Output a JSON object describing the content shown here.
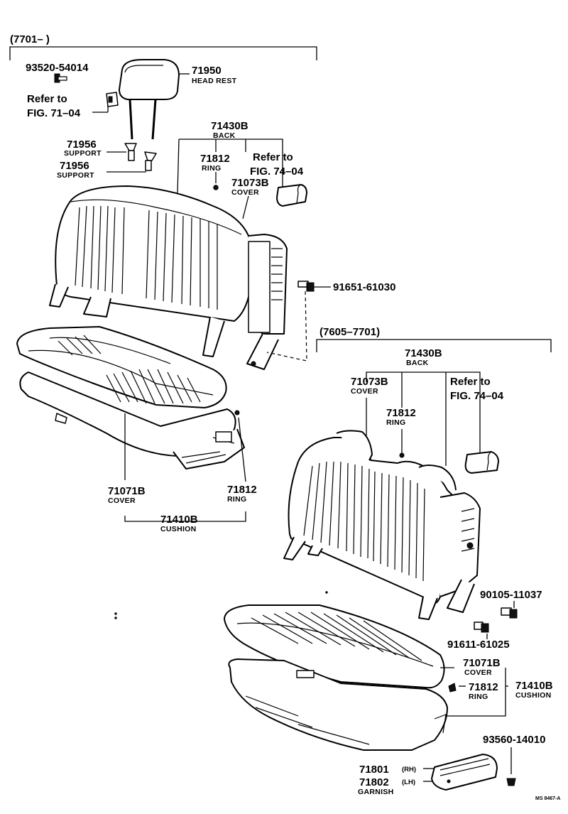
{
  "ranges": {
    "top": "(7701–      )",
    "lower": "(7605–7701)"
  },
  "labels": {
    "p93520": "93520-54014",
    "refer1_a": "Refer to",
    "refer1_b": "FIG. 71–04",
    "p71950": "71950",
    "n_headrest": "HEAD REST",
    "p71956a": "71956",
    "n_support_a": "SUPPORT",
    "p71956b": "71956",
    "n_support_b": "SUPPORT",
    "p71430_top": "71430B",
    "n_back_top": "BACK",
    "p71812_top": "71812",
    "n_ring_top": "RING",
    "refer2_a": "Refer to",
    "refer2_b": "FIG. 74–04",
    "p71073_top": "71073B",
    "n_cover_top": "COVER",
    "p91651": "91651-61030",
    "p71071_left": "71071B",
    "n_cover_left": "COVER",
    "p71812_left": "71812",
    "n_ring_left": "RING",
    "p71410_left": "71410B",
    "n_cushion_left": "CUSHION",
    "p71430_r": "71430B",
    "n_back_r": "BACK",
    "p71073_r": "71073B",
    "n_cover_r": "COVER",
    "refer3_a": "Refer to",
    "refer3_b": "FIG. 74–04",
    "p71812_r": "71812",
    "n_ring_r": "RING",
    "p90105": "90105-11037",
    "p91611": "91611-61025",
    "p71071_r": "71071B",
    "n_cover_r2": "COVER",
    "p71410_r": "71410B",
    "n_cushion_r": "CUSHION",
    "p71812_r2": "71812",
    "n_ring_r2": "RING",
    "p93560": "93560-14010",
    "p71801": "71801",
    "s_rh": "(RH)",
    "p71802": "71802",
    "s_lh": "(LH)",
    "n_garnish": "GARNISH",
    "code": "MS 8467-A"
  }
}
